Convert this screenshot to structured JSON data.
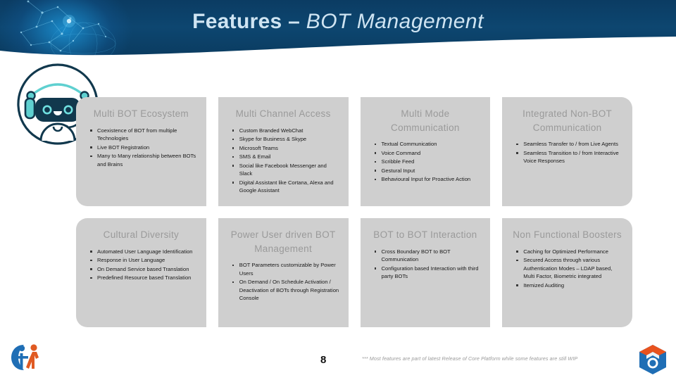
{
  "header": {
    "title_strong": "Features – ",
    "title_italic": "BOT Management",
    "background_color": "#0d4670",
    "accent_glow": "#1ea0e6",
    "title_color": "#cfe4f2"
  },
  "mascot": {
    "icon": "chatbot-headset-icon",
    "primary_color": "#0f2b3d",
    "accent_color": "#6fd6d6"
  },
  "cards": {
    "card_background": "#cfcfcf",
    "title_color": "#9a9a9a",
    "body_color": "#1a1a1a",
    "row1": [
      {
        "title": "Multi BOT Ecosystem",
        "bullets": [
          "Coexistence of BOT from multiple Technologies",
          "Live BOT Registration",
          "Many to Many relationship between BOTs and Brains"
        ]
      },
      {
        "title": "Multi Channel Access",
        "bullets": [
          "Custom Branded WebChat",
          "Skype for Business & Skype",
          "Microsoft Teams",
          "SMS & Email",
          "Social like Facebook Messenger and Slack",
          "Digital Assistant like Cortana, Alexa and Google Assistant"
        ]
      },
      {
        "title": "Multi Mode Communication",
        "bullets": [
          "Textual Communication",
          "Voice Command",
          "Scribble Feed",
          "Gestural Input",
          "Behavioural Input for Proactive Action"
        ]
      },
      {
        "title": "Integrated Non-BOT Communication",
        "bullets": [
          "Seamless Transfer to / from Live Agents",
          "Seamless Transition to / from Interactive Voice Responses"
        ]
      }
    ],
    "row2": [
      {
        "title": "Cultural Diversity",
        "bullets": [
          "Automated User Language Identification",
          "Response in User Language",
          "On Demand Service based Translation",
          "Predefined Resource based Translation"
        ]
      },
      {
        "title": "Power User driven BOT Management",
        "bullets": [
          "BOT Parameters customizable by Power Users",
          "On Demand / On Schedule Activation / Deactivation of BOTs through Registration Console"
        ]
      },
      {
        "title": "BOT to BOT Interaction",
        "bullets": [
          "Cross Boundary BOT to BOT Communication",
          "Configuration based Interaction with third party BOTs"
        ]
      },
      {
        "title": "Non Functional Boosters",
        "bullets": [
          "Caching for Optimized Performance",
          "Secured Access through various Authentication Modes – LDAP based, Multi Factor, Biometric integrated",
          "Itemized Auditing"
        ]
      }
    ]
  },
  "footer": {
    "page_number": "8",
    "note": "*** Most features are part of latest Release of Core Platform while some features are still WIP",
    "note_color": "#9a9a9a",
    "left_logo_icon": "people-running-logo",
    "left_logo_colors": [
      "#1f6eb5",
      "#e05a22"
    ],
    "right_logo_icon": "hexagon-brand-logo",
    "right_logo_colors": [
      "#e8521e",
      "#1f6eb5",
      "#0d4a8f"
    ]
  }
}
